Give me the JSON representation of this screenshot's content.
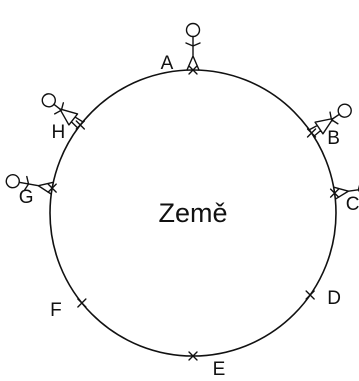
{
  "diagram": {
    "center_label": "Země",
    "points": [
      {
        "id": "A",
        "label": "A",
        "angle_deg": 90,
        "person": "man"
      },
      {
        "id": "B",
        "label": "B",
        "angle_deg": 34,
        "person": "woman"
      },
      {
        "id": "C",
        "label": "C",
        "angle_deg": 8,
        "person": "man"
      },
      {
        "id": "D",
        "label": "D",
        "angle_deg": -35,
        "person": null
      },
      {
        "id": "E",
        "label": "E",
        "angle_deg": -90,
        "person": null
      },
      {
        "id": "F",
        "label": "F",
        "angle_deg": -141,
        "person": null
      },
      {
        "id": "G",
        "label": "G",
        "angle_deg": 170,
        "person": "man"
      },
      {
        "id": "H",
        "label": "H",
        "angle_deg": 142,
        "person": "woman"
      }
    ]
  }
}
